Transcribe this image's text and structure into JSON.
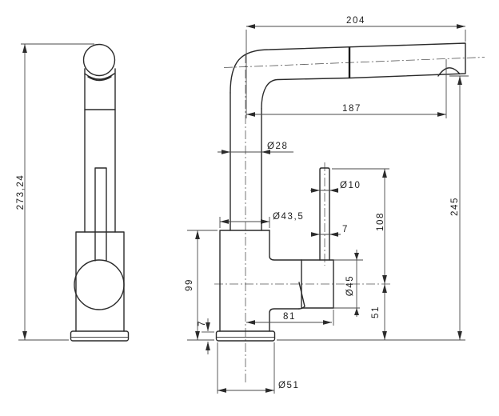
{
  "drawing": {
    "kind": "faucet technical drawing, two orthographic views",
    "background": "#ffffff",
    "line_color": "#2b2b2b",
    "views": {
      "left": "front view",
      "right": "side view"
    },
    "dims": {
      "overall_height": "273,24",
      "spout_length": "204",
      "spout_reach": "187",
      "column_diameter": "Ø28",
      "handle_rod_diameter": "Ø10",
      "outlet_clearance": "245",
      "body_diameter": "Ø43,5",
      "rod_width": "7",
      "handle_top_height": "108",
      "body_height": "99",
      "joint_diameter": "Ø45",
      "joint_center_height": "51",
      "base_thickness": "7",
      "joint_reach": "81",
      "base_diameter": "Ø51"
    }
  }
}
